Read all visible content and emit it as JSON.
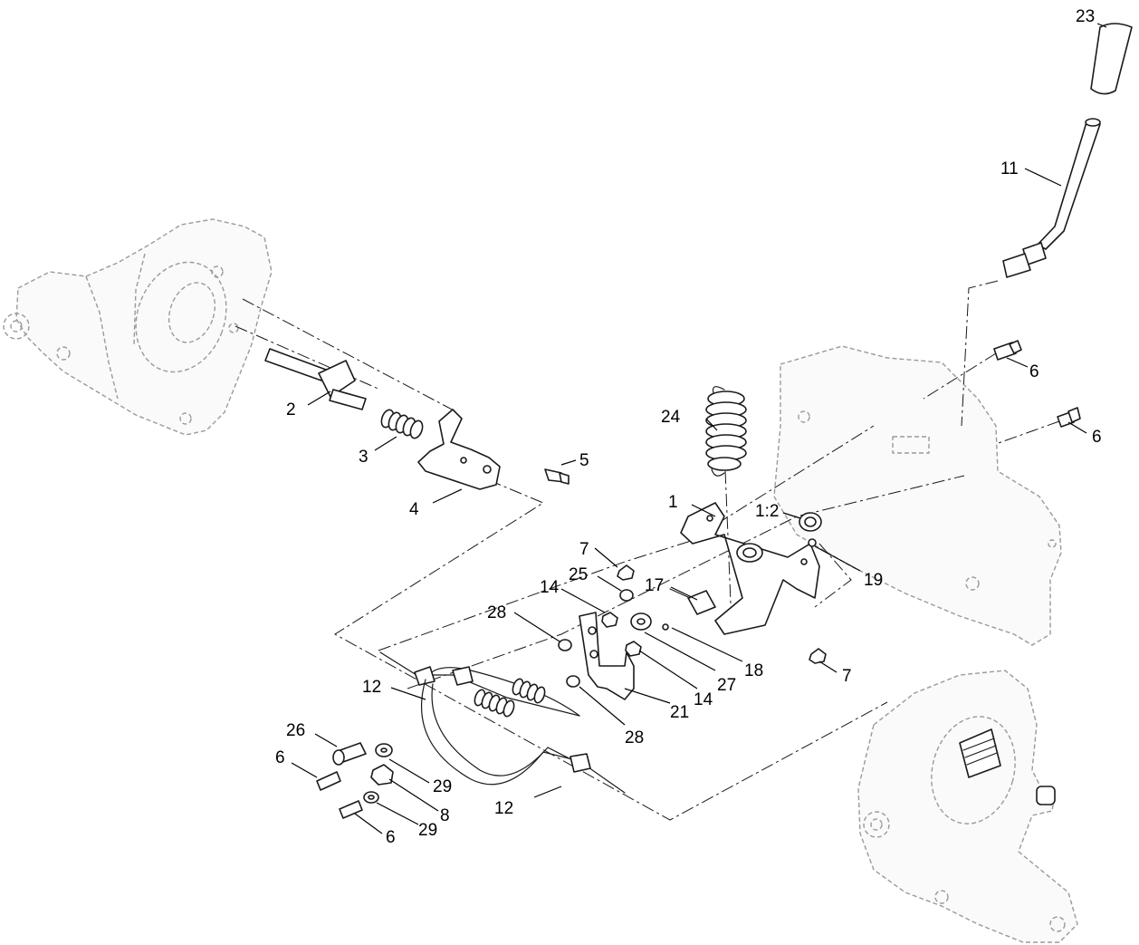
{
  "callouts": {
    "c1": "1",
    "c1_2": "1:2",
    "c2": "2",
    "c3": "3",
    "c4": "4",
    "c5": "5",
    "c6a": "6",
    "c6b": "6",
    "c6c": "6",
    "c6d": "6",
    "c7a": "7",
    "c7b": "7",
    "c8": "8",
    "c11": "11",
    "c12a": "12",
    "c12b": "12",
    "c14a": "14",
    "c14b": "14",
    "c17": "17",
    "c18": "18",
    "c19": "19",
    "c21": "21",
    "c23": "23",
    "c24": "24",
    "c25": "25",
    "c26": "26",
    "c27": "27",
    "c28a": "28",
    "c28b": "28",
    "c29a": "29",
    "c29b": "29"
  }
}
